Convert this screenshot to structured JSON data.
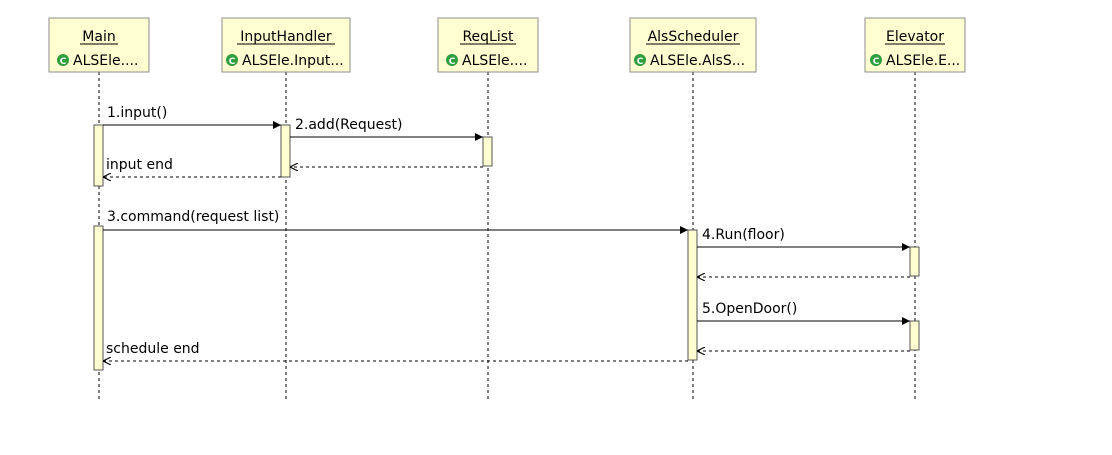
{
  "colors": {
    "box_fill": "#fefed0",
    "box_stroke": "#8f8f8f",
    "line": "#000000",
    "icon_green": "#2f9e41"
  },
  "participants": [
    {
      "name": "Main",
      "type": "ALSEle...."
    },
    {
      "name": "InputHandler",
      "type": "ALSEle.Input..."
    },
    {
      "name": "ReqList",
      "type": "ALSEle...."
    },
    {
      "name": "AlsScheduler",
      "type": "ALSEle.AlsS..."
    },
    {
      "name": "Elevator",
      "type": "ALSEle.E..."
    }
  ],
  "messages": [
    {
      "from": "Main",
      "to": "InputHandler",
      "label": "1.input()",
      "kind": "call"
    },
    {
      "from": "InputHandler",
      "to": "ReqList",
      "label": "2.add(Request)",
      "kind": "call"
    },
    {
      "from": "ReqList",
      "to": "InputHandler",
      "label": "",
      "kind": "return"
    },
    {
      "from": "InputHandler",
      "to": "Main",
      "label": "input end",
      "kind": "return"
    },
    {
      "from": "Main",
      "to": "AlsScheduler",
      "label": "3.command(request list)",
      "kind": "call"
    },
    {
      "from": "AlsScheduler",
      "to": "Elevator",
      "label": "4.Run(floor)",
      "kind": "call"
    },
    {
      "from": "Elevator",
      "to": "AlsScheduler",
      "label": "",
      "kind": "return"
    },
    {
      "from": "AlsScheduler",
      "to": "Elevator",
      "label": "5.OpenDoor()",
      "kind": "call"
    },
    {
      "from": "Elevator",
      "to": "AlsScheduler",
      "label": "",
      "kind": "return"
    },
    {
      "from": "AlsScheduler",
      "to": "Main",
      "label": "schedule end",
      "kind": "return"
    }
  ]
}
